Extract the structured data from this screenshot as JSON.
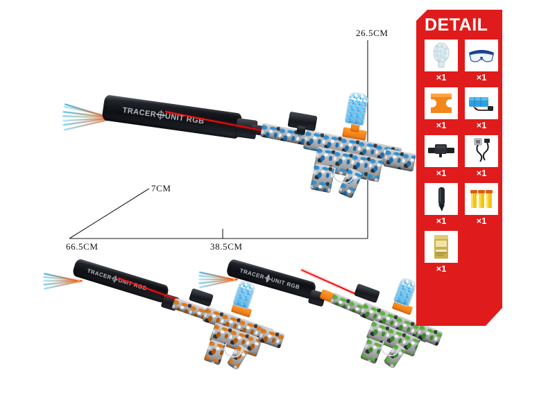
{
  "colors": {
    "panel_red": "#e01b1b",
    "accent_orange": "#ef7f18",
    "laser_red": "#ff1a1a",
    "gel_blue": "#4fb2e8",
    "variant_blue": "#2f93d4",
    "variant_orange": "#e07a1c",
    "variant_green": "#5cb53a"
  },
  "dimensions": {
    "height_label": "26.5CM",
    "diagonal_label": "7CM",
    "total_length_label": "66.5CM",
    "body_length_label": "38.5CM"
  },
  "product": {
    "barrel_text_prefix": "TRACER",
    "barrel_text_suffix": "UNIT RGB",
    "barrel_icon": "target-icon"
  },
  "variants": [
    {
      "name": "blue-graffiti",
      "camo_primary": "#2f93d4",
      "camo_secondary": "#1b6fae"
    },
    {
      "name": "orange-graffiti",
      "camo_primary": "#e07a1c",
      "camo_secondary": "#b35a0d"
    },
    {
      "name": "green-graffiti",
      "camo_primary": "#5cb53a",
      "camo_secondary": "#3c8a22"
    }
  ],
  "detail": {
    "title": "DETAIL",
    "items": [
      {
        "icon": "gel-bead-container-icon",
        "qty": "×1"
      },
      {
        "icon": "safety-goggles-icon",
        "qty": "×1"
      },
      {
        "icon": "orange-hopper-base-icon",
        "qty": "×1"
      },
      {
        "icon": "battery-pack-icon",
        "qty": "×1"
      },
      {
        "icon": "laser-module-icon",
        "qty": "×1"
      },
      {
        "icon": "usb-charging-cable-icon",
        "qty": "×1"
      },
      {
        "icon": "black-dart-icon",
        "qty": "×1"
      },
      {
        "icon": "yellow-darts-icon",
        "qty": "×1"
      },
      {
        "icon": "gel-bead-packet-icon",
        "qty": "×1"
      }
    ]
  }
}
